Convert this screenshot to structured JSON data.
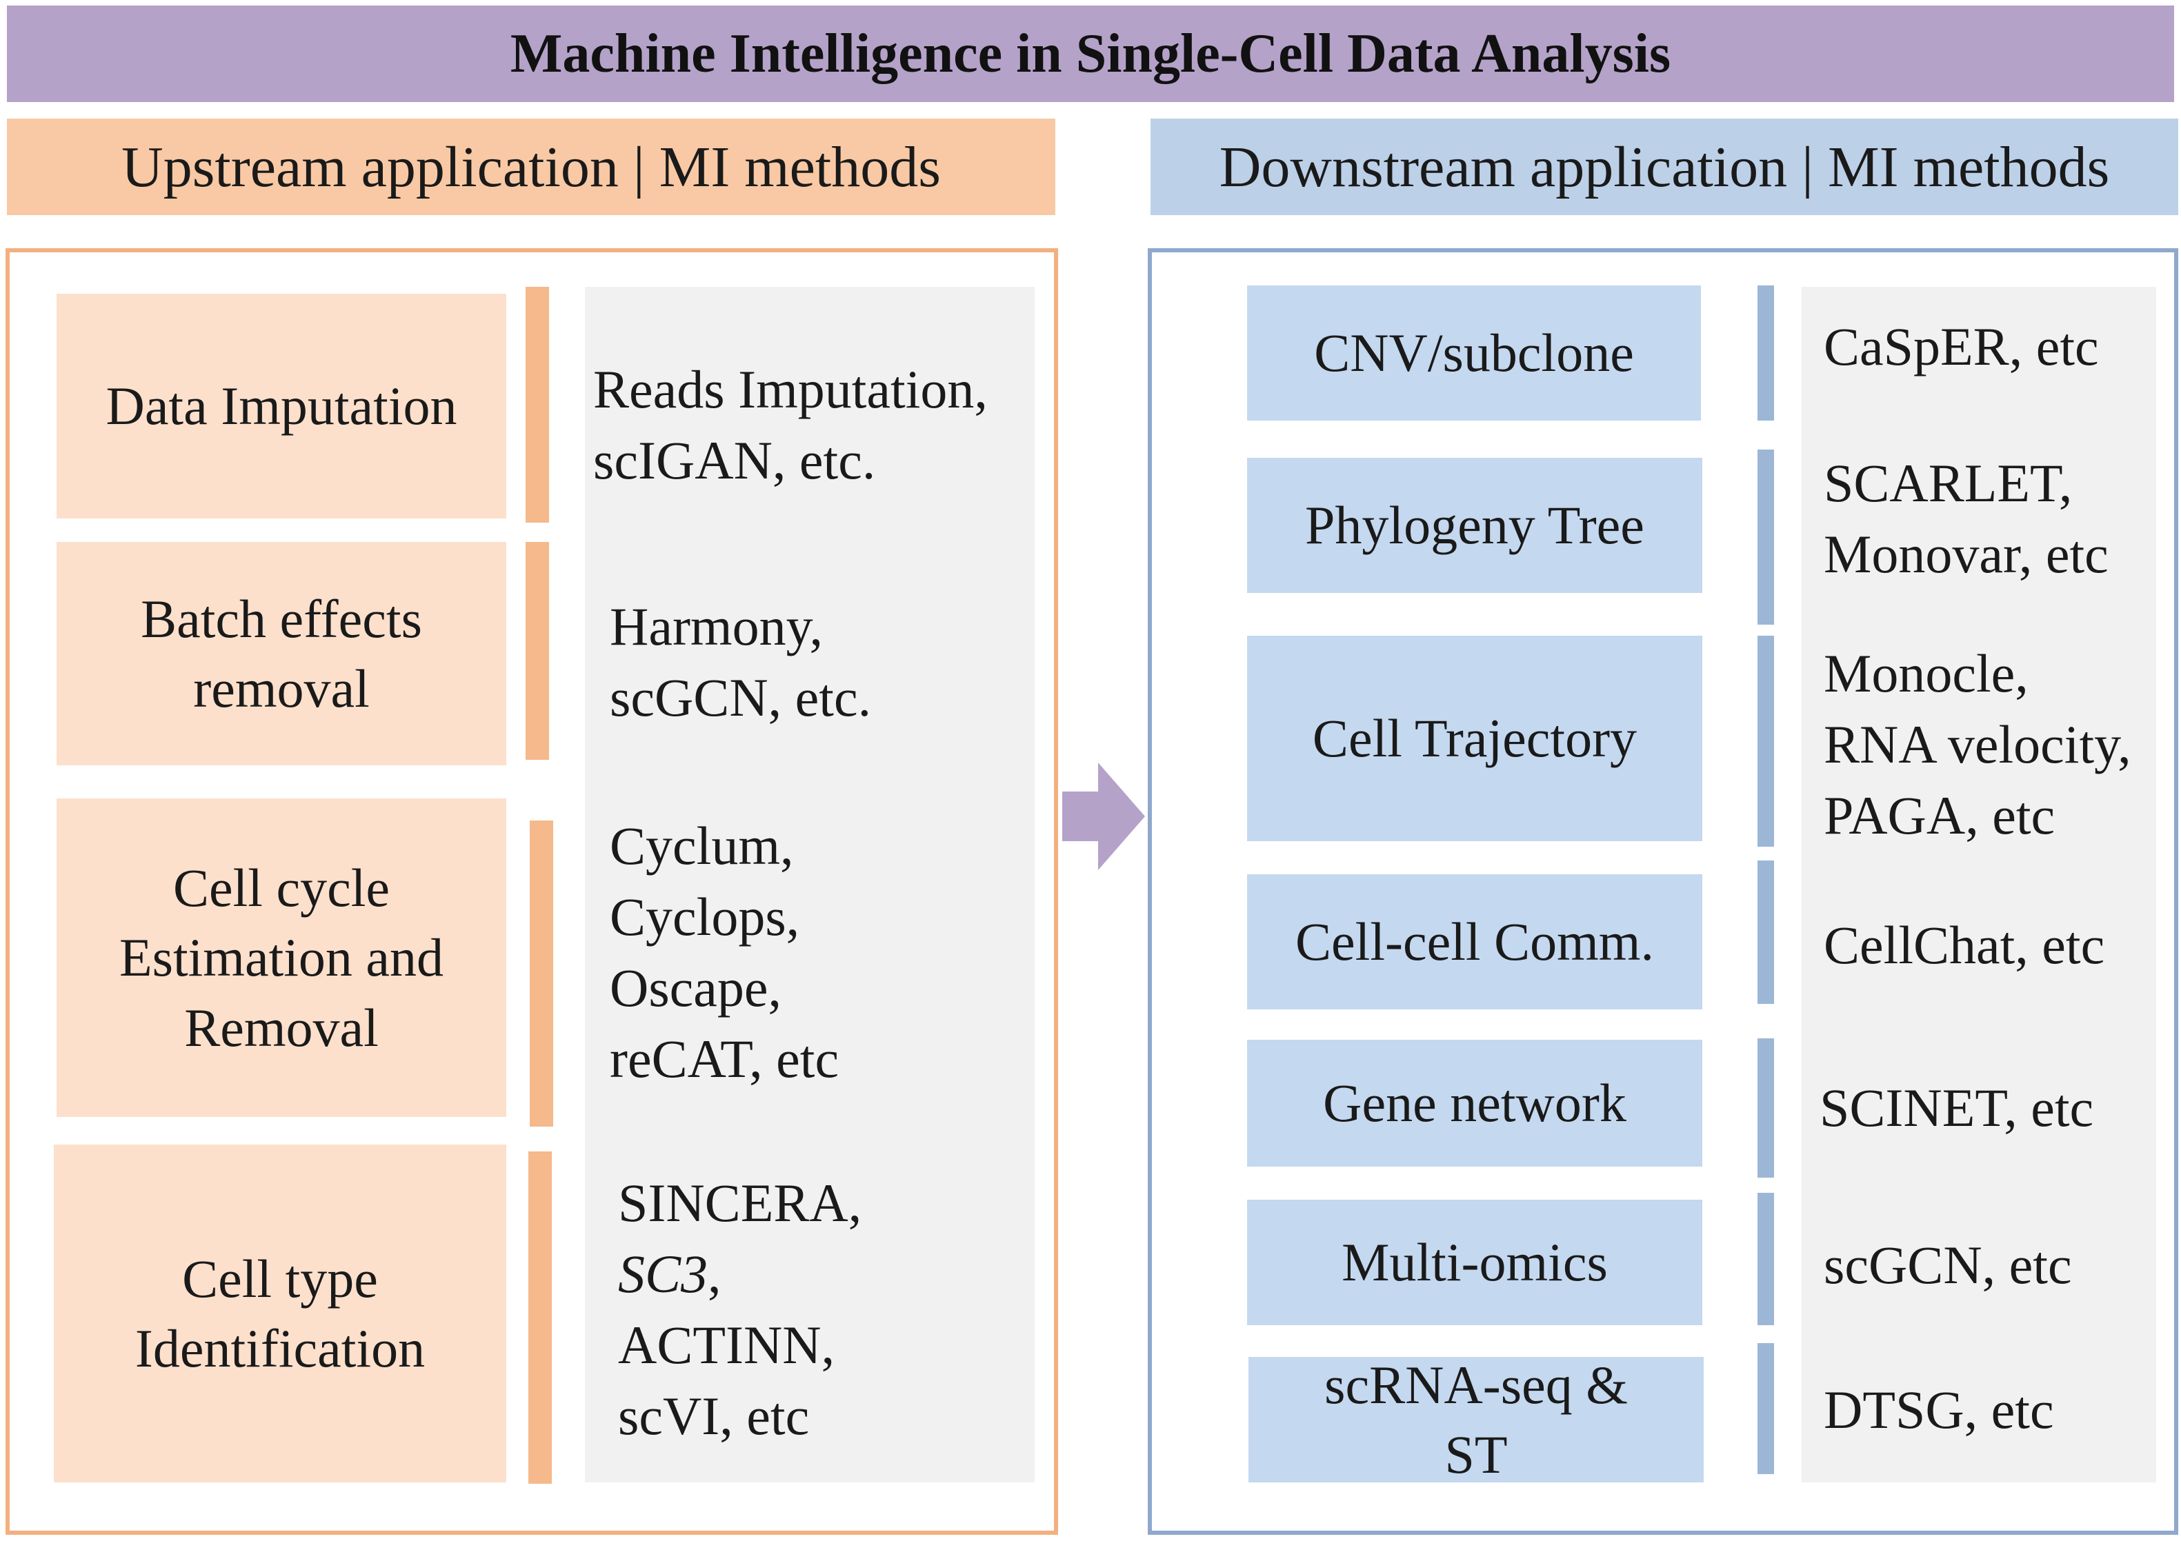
{
  "title": "Machine Intelligence in Single-Cell Data Analysis",
  "upstream": {
    "header": "Upstream application | MI methods",
    "items": [
      {
        "application": "Data Imputation",
        "methods": "Reads Imputation,\nscIGAN, etc."
      },
      {
        "application": "Batch effects\nremoval",
        "methods": "Harmony,\nscGCN, etc."
      },
      {
        "application": "Cell cycle\nEstimation and\nRemoval",
        "methods": "Cyclum,\nCyclops,\nOscape,\nreCAT, etc"
      },
      {
        "application": "Cell type\nIdentification",
        "methods_pre": "SINCERA,\n",
        "methods_italic": "SC3",
        "methods_post": ",\nACTINN,\nscVI, etc"
      }
    ]
  },
  "downstream": {
    "header": "Downstream application | MI methods",
    "items": [
      {
        "application": "CNV/subclone",
        "methods": "CaSpER, etc"
      },
      {
        "application": "Phylogeny Tree",
        "methods": "SCARLET,\nMonovar, etc"
      },
      {
        "application": "Cell Trajectory",
        "methods": "Monocle,\nRNA velocity,\nPAGA, etc"
      },
      {
        "application": "Cell-cell Comm.",
        "methods": "CellChat, etc"
      },
      {
        "application": "Gene network",
        "methods": "SCINET, etc"
      },
      {
        "application": "Multi-omics",
        "methods": "scGCN, etc"
      },
      {
        "application": "scRNA-seq &\nST",
        "methods": "DTSG, etc"
      }
    ]
  },
  "colors": {
    "title_bar": "#b4a2c9",
    "upstream_header": "#f8c9a4",
    "upstream_border": "#f3b07f",
    "upstream_box": "#fce0cc",
    "upstream_bar": "#f5b98c",
    "downstream_header": "#bcd0e8",
    "downstream_border": "#8fa8cc",
    "downstream_box": "#c4d8ef",
    "downstream_bar": "#9cb6d6",
    "methods_bg": "#f1f1f1",
    "arrow": "#b4a2c9"
  }
}
